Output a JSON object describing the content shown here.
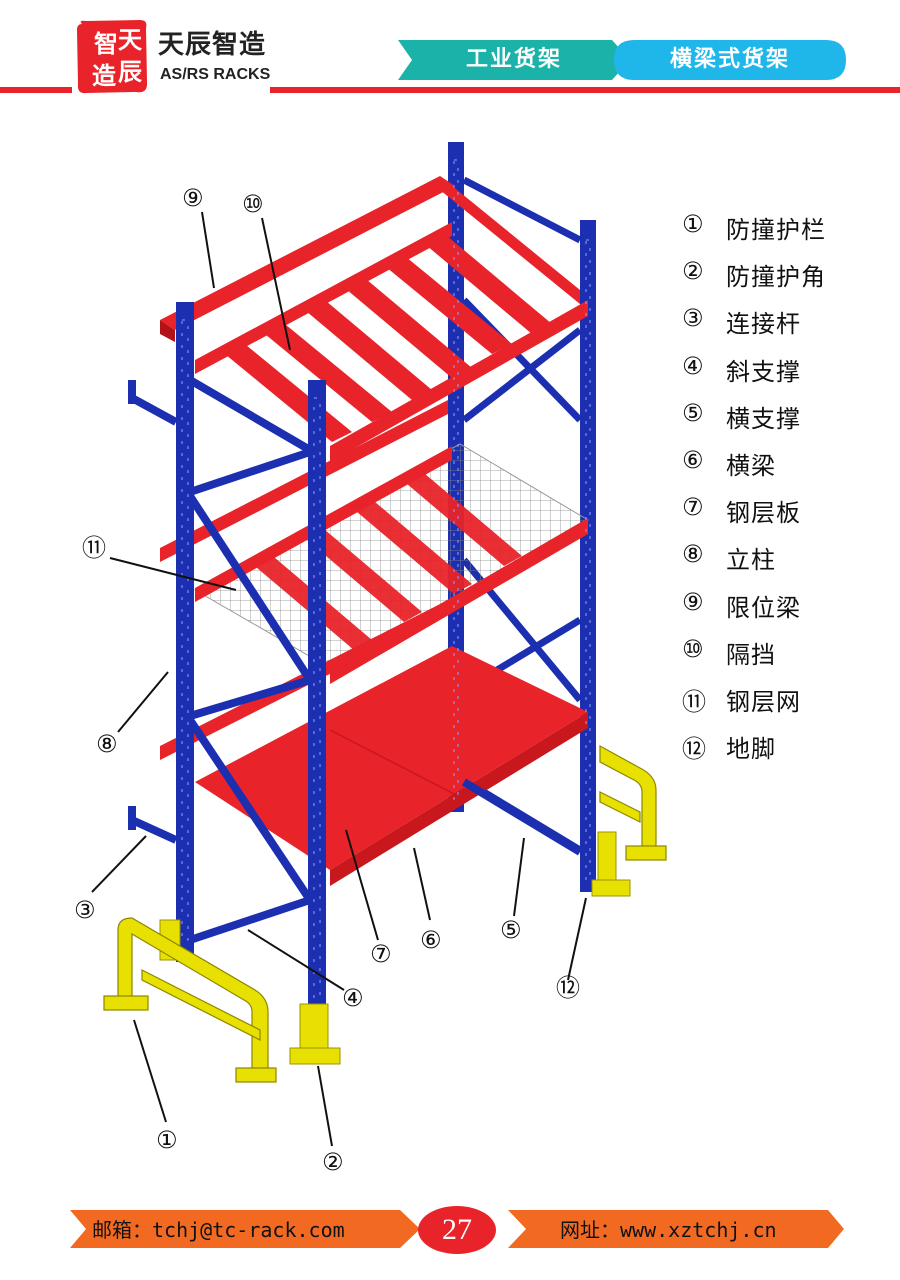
{
  "header": {
    "seal_text": "智天造辰",
    "brand_name": "天辰智造",
    "brand_subtitle": "AS/RS RACKS",
    "tab_industrial": "工业货架",
    "tab_beam": "横梁式货架",
    "colors": {
      "red": "#e8232a",
      "teal": "#1bb3a9",
      "cyan": "#1fb6ea"
    }
  },
  "legend": [
    {
      "num": "①",
      "label": "防撞护栏"
    },
    {
      "num": "②",
      "label": "防撞护角"
    },
    {
      "num": "③",
      "label": "连接杆"
    },
    {
      "num": "④",
      "label": "斜支撑"
    },
    {
      "num": "⑤",
      "label": "横支撑"
    },
    {
      "num": "⑥",
      "label": "横梁"
    },
    {
      "num": "⑦",
      "label": "钢层板"
    },
    {
      "num": "⑧",
      "label": "立柱"
    },
    {
      "num": "⑨",
      "label": "限位梁"
    },
    {
      "num": "⑩",
      "label": "隔挡"
    },
    {
      "num": "⑪",
      "label": "钢层网"
    },
    {
      "num": "⑫",
      "label": "地脚"
    }
  ],
  "callouts": {
    "c1": "①",
    "c2": "②",
    "c3": "③",
    "c4": "④",
    "c5": "⑤",
    "c6": "⑥",
    "c7": "⑦",
    "c8": "⑧",
    "c9": "⑨",
    "c10": "⑩",
    "c11": "⑪",
    "c12": "⑫"
  },
  "footer": {
    "email": "邮箱：tchj@tc-rack.com",
    "website": "网址：www.xztchj.cn",
    "page": "27",
    "colors": {
      "orange": "#f26a22"
    }
  },
  "diagram_colors": {
    "upright": "#1c2fb0",
    "beam": "#e8232a",
    "guard": "#e8e000"
  }
}
